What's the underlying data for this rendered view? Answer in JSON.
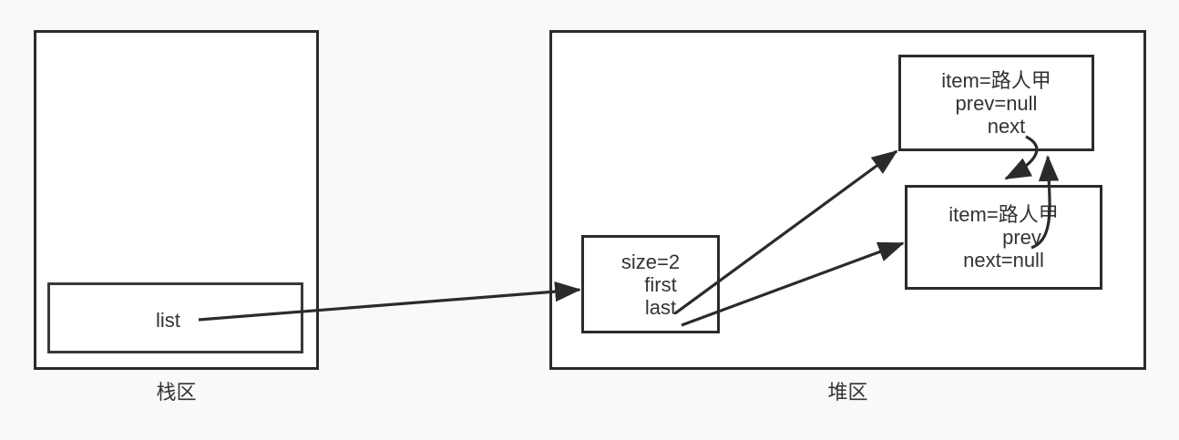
{
  "diagram": {
    "title": "LinkedList stack and heap memory layout",
    "background_color": "#f9f9f9",
    "stroke_color": "#2b2b2b",
    "text_color": "#333333"
  },
  "stack_region": {
    "caption": "栈区",
    "variable": {
      "name": "list",
      "label": "list"
    }
  },
  "heap_region": {
    "caption": "堆区",
    "linkedlist": {
      "lines": [
        "size=2",
        "first",
        "last"
      ]
    },
    "nodes": [
      {
        "id": "node-1",
        "lines": [
          "item=路人甲",
          "prev=null",
          "next"
        ]
      },
      {
        "id": "node-2",
        "lines": [
          "item=路人甲",
          "prev",
          "next=null"
        ]
      }
    ]
  },
  "arrows": [
    {
      "name": "list-to-linkedlist",
      "from": "list",
      "to": "linkedlist"
    },
    {
      "name": "first-to-node1",
      "from": "first",
      "to": "node-1"
    },
    {
      "name": "last-to-node2",
      "from": "last",
      "to": "node-2"
    },
    {
      "name": "node1-next-to-node2",
      "from": "next",
      "to": "node-2"
    },
    {
      "name": "node2-prev-to-node1",
      "from": "prev",
      "to": "node-1"
    }
  ]
}
